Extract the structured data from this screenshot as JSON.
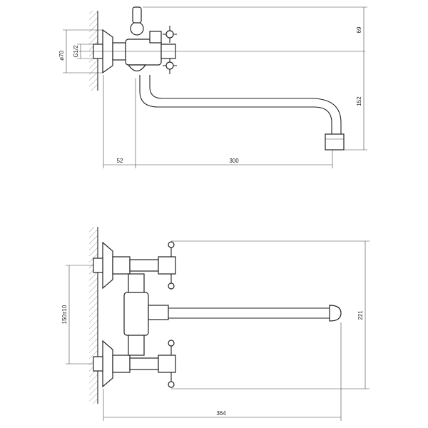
{
  "top_view": {
    "dim_diameter": "ø70",
    "dim_thread": "G1/2",
    "dim_height_upper": "69",
    "dim_spout_drop": "152",
    "dim_wall_offset": "52",
    "dim_spout_length": "300"
  },
  "bottom_view": {
    "dim_centers": "150±10",
    "dim_height": "221",
    "dim_total_length": "364"
  }
}
